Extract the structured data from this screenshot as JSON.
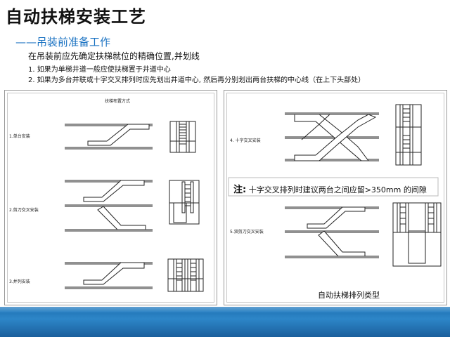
{
  "header": {
    "title": "自动扶梯安装工艺",
    "subtitle": "——吊装前准备工作",
    "line1": "在吊装前应先确定扶梯就位的精确位置,并划线",
    "note1": "1. 如果为单梯井道一般应使扶梯置于井道中心",
    "note2": "2. 如果为多台并联或十字交叉排列时应先划出井道中心, 然后再分别划出两台扶梯的中心线（在上下头部处）"
  },
  "left_panel": {
    "heading": "扶梯布置方式",
    "label_single": "1.单台安装",
    "label_scissor": "2.剪刀交叉安装",
    "label_parallel": "3.并列安装"
  },
  "right_panel": {
    "label_cross": "4. 十字交叉安装",
    "note_label": "注:",
    "note_text": "十字交叉排列时建议两台之间应留>350mm 的间隙",
    "label_double_scissor": "5.双剪刀交叉安装",
    "caption": "自动扶梯排列类型"
  },
  "colors": {
    "accent": "#1a72c2",
    "band": "#2d86c8"
  }
}
